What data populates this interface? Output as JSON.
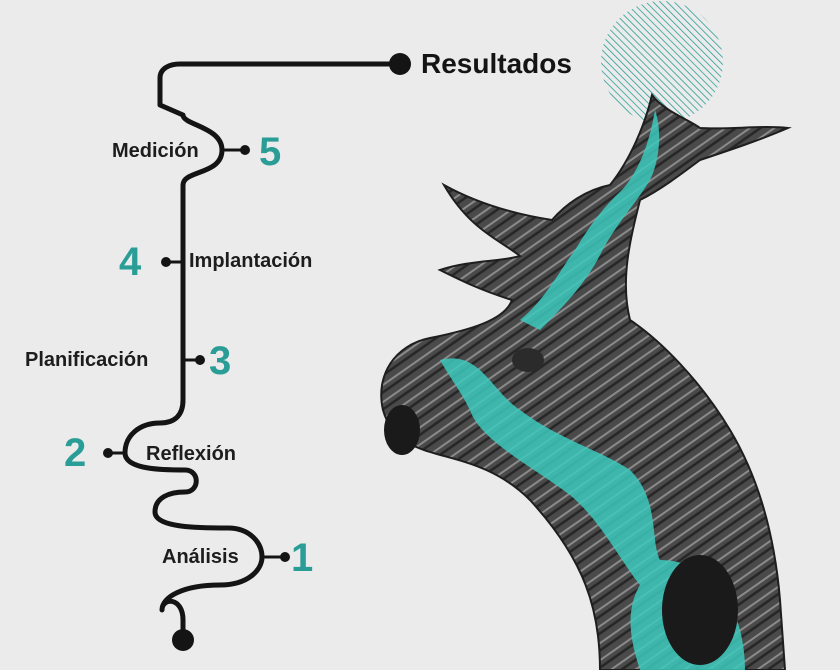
{
  "title": "Resultados",
  "steps": [
    {
      "number": "1",
      "label": "Análisis"
    },
    {
      "number": "2",
      "label": "Reflexión"
    },
    {
      "number": "3",
      "label": "Planificación"
    },
    {
      "number": "4",
      "label": "Implantación"
    },
    {
      "number": "5",
      "label": "Medición"
    }
  ],
  "colors": {
    "background": "#ebebeb",
    "path": "#141414",
    "accent": "#2a9d96",
    "wood_highlight": "#3cc9bd"
  },
  "illustration": {
    "sun": "hatched-teal-circle",
    "tree": "weathered-trunk-with-teal-vein"
  }
}
